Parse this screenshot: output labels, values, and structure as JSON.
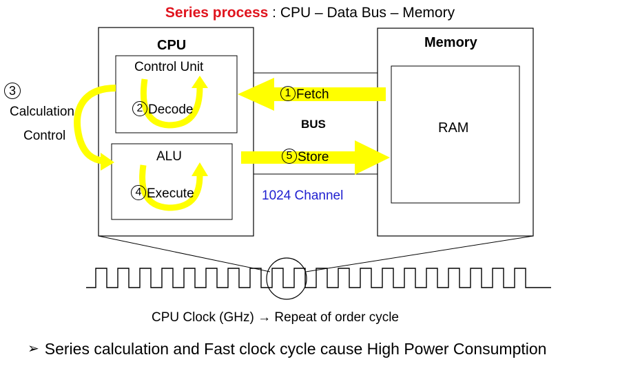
{
  "title": {
    "highlight": "Series process",
    "rest": " : CPU – Data Bus – Memory",
    "highlight_color": "#e0141e"
  },
  "cpu": {
    "label": "CPU",
    "control_unit": "Control Unit",
    "alu": "ALU"
  },
  "memory": {
    "label": "Memory",
    "ram": "RAM"
  },
  "bus": {
    "label": "BUS",
    "channels": "1024 Channel"
  },
  "steps": {
    "fetch": {
      "num": "1",
      "label": "Fetch"
    },
    "decode": {
      "num": "2",
      "label": "Decode"
    },
    "control": {
      "num": "3",
      "line1": "Calculation",
      "line2": "Control"
    },
    "execute": {
      "num": "4",
      "label": "Execute"
    },
    "store": {
      "num": "5",
      "label": "Store"
    }
  },
  "clock_caption": "CPU Clock (GHz) → Repeat of order cycle",
  "bottom_note": {
    "bullet": "➢",
    "text": "Series calculation and Fast clock cycle cause High Power Consumption"
  },
  "colors": {
    "arrow": "#ffff00",
    "stroke": "#000000",
    "channel_text": "#1f1fd0"
  }
}
